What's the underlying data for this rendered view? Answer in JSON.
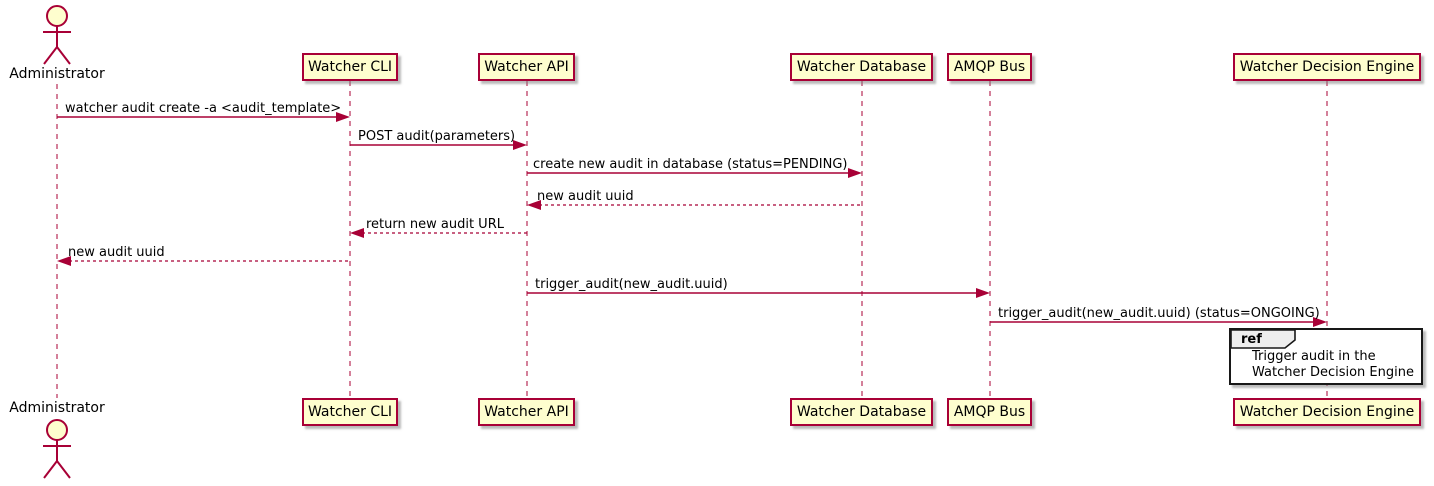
{
  "diagram_type": "uml-sequence",
  "actor": {
    "label": "Administrator"
  },
  "participants": [
    {
      "label": "Watcher CLI"
    },
    {
      "label": "Watcher API"
    },
    {
      "label": "Watcher Database"
    },
    {
      "label": "AMQP Bus"
    },
    {
      "label": "Watcher Decision Engine"
    }
  ],
  "messages": [
    {
      "from": "Administrator",
      "to": "Watcher CLI",
      "label": "watcher audit create -a <audit_template>",
      "line": "solid"
    },
    {
      "from": "Watcher CLI",
      "to": "Watcher API",
      "label": "POST audit(parameters)",
      "line": "solid"
    },
    {
      "from": "Watcher API",
      "to": "Watcher Database",
      "label": "create new audit in database (status=PENDING)",
      "line": "solid"
    },
    {
      "from": "Watcher Database",
      "to": "Watcher API",
      "label": "new audit uuid",
      "line": "dashed"
    },
    {
      "from": "Watcher API",
      "to": "Watcher CLI",
      "label": "return new audit URL",
      "line": "dashed"
    },
    {
      "from": "Watcher CLI",
      "to": "Administrator",
      "label": "new audit uuid",
      "line": "dashed"
    },
    {
      "from": "Watcher API",
      "to": "AMQP Bus",
      "label": "trigger_audit(new_audit.uuid)",
      "line": "solid"
    },
    {
      "from": "AMQP Bus",
      "to": "Watcher Decision Engine",
      "label": "trigger_audit(new_audit.uuid) (status=ONGOING)",
      "line": "solid"
    }
  ],
  "ref": {
    "keyword": "ref",
    "line1": "Trigger audit in the",
    "line2": "Watcher Decision Engine"
  },
  "colors": {
    "participant_fill": "#FEFECE",
    "stroke": "#A80036",
    "text": "#000000",
    "ref_border": "#181818",
    "ref_fill": "#FFFFFF",
    "ref_tab_fill": "#EEEEEE",
    "background": "#FFFFFF"
  }
}
